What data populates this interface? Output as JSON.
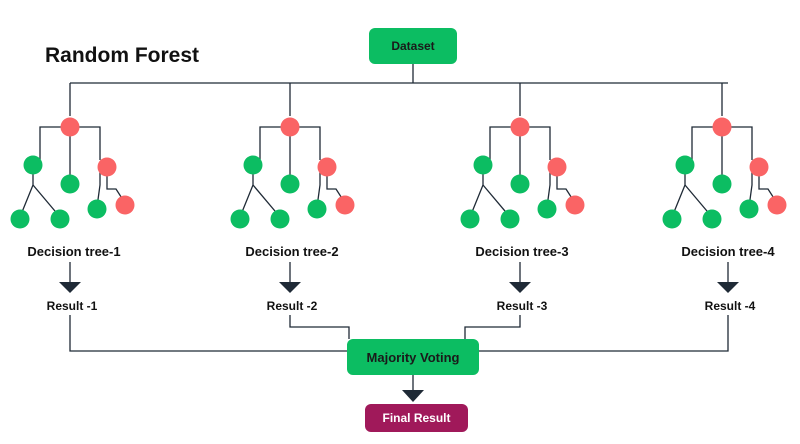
{
  "title": "Random Forest",
  "dataset_label": "Dataset",
  "trees": [
    {
      "label": "Decision tree-1",
      "result": "Result -1"
    },
    {
      "label": "Decision tree-2",
      "result": "Result -2"
    },
    {
      "label": "Decision tree-3",
      "result": "Result -3"
    },
    {
      "label": "Decision tree-4",
      "result": "Result -4"
    }
  ],
  "majority_label": "Majority Voting",
  "final_label": "Final Result",
  "colors": {
    "green": "#0cbd62",
    "red": "#fa6465",
    "final": "#a0195a",
    "line": "#1f2a36"
  }
}
